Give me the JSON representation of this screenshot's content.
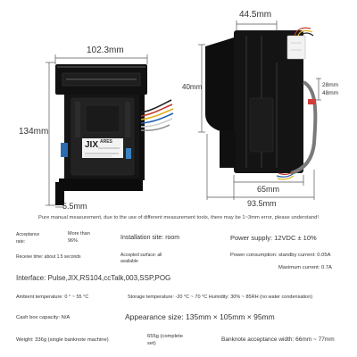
{
  "dimensions": {
    "front_width": "102.3mm",
    "front_height": "134mm",
    "front_tab": "5.5mm",
    "side_depth_top": "44.5mm",
    "side_bezel_height": "40mm",
    "side_right_upper": "28mm",
    "side_right_lower": "48mm",
    "side_body_length": "65mm",
    "side_total_length": "93.5mm"
  },
  "device_label": {
    "brand": "JIX",
    "model": "ARES"
  },
  "note": "Pure manual measurement, due to the use of different measurement tools, there may be 1~3mm error, please understand!",
  "specs": {
    "acceptance_rate": {
      "label": "Acceptance rate:",
      "value": "More than 96%"
    },
    "installation_site": "Installation site: room",
    "power_supply": "Power supply: 12VDC ± 10%",
    "receive_time": "Receive time: about 1.5 seconds",
    "accepted_surface": "Accepted surface: all available",
    "power_consumption": "Power consumption: standby current: 0.05A",
    "maximum_current": "Maximum current: 0.7A",
    "interface": "Interface: Pulse,JIX,RS104,ccTalk,003,SSP,POG",
    "ambient_temperature": "Ambient temperature: 0 ° ~ 55 °C",
    "storage_temperature": "Storage temperature: -20 °C ~ 70 °C Humidity: 30% ~ 85RH (no water condensation)",
    "cash_box_capacity": "Cash box capacity: N/A",
    "appearance_size": "Appearance size: 135mm × 105mm × 95mm",
    "weight_single": "Weight: 336g (single banknote machine)",
    "weight_set": "655g (complete set)",
    "banknote_width": "Banknote acceptance width: 66mm ~ 77mm"
  },
  "colors": {
    "background": "#ffffff",
    "text": "#333333",
    "device_body": "#141414",
    "dimension_line": "#555555",
    "connector_blue": "#2b6cb0",
    "cable_tag_red": "#d43b3b"
  }
}
